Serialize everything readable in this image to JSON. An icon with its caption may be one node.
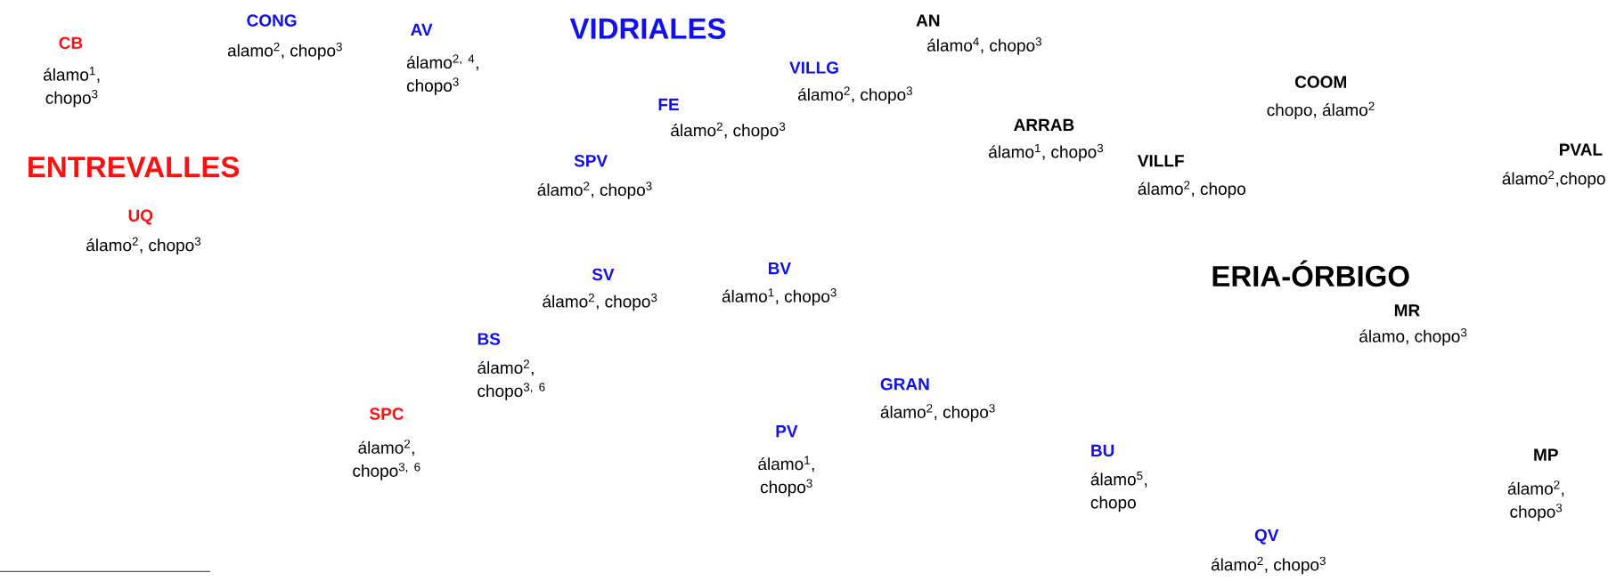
{
  "diagram": {
    "labels": [
      "CONG",
      "alamo$^{2}$, chopo$^{3}$",
      "AV",
      "álamo$^{2, 4}$, chopo$^{3}$",
      "VIDRIALES",
      "AN",
      "álamo$^{4}$, chopo$^{3}$",
      "CB",
      "álamo$^{1}$, chopo$^{3}$",
      "VILLG",
      "álamo$^{2}$, chopo$^{3}$",
      "COOM",
      "chopo, álamo$^{2}$",
      "FE",
      "álamo$^{2}$, chopo$^{3}$",
      "ARRAB",
      "álamo$^{1}$, chopo$^{3}$",
      "ENTREVALLES",
      "SPV",
      "álamo$^{2}$, chopo$^{3}$",
      "VILLF",
      "álamo$^{2}$, chopo",
      "PVAL",
      "álamo$^{2}$,chopo",
      "UQ",
      "álamo$^{2}$, chopo$^{3}$",
      "ERIA-ÓRBIGO",
      "SV",
      "álamo$^{2}$, chopo$^{3}$",
      "BV",
      "álamo$^{1}$, chopo$^{3}$",
      "MR",
      "álamo, chopo$^{3}$",
      "BS",
      "álamo$^{2}$, chopo$^{3, 6}$",
      "GRAN",
      "álamo$^{2}$, chopo$^{3}$",
      "SPC",
      "álamo$^{2}$, chopo$^{3, 6}$",
      "PV",
      "álamo$^{1}$, chopo$^{3}$",
      "BU",
      "álamo$^{5}$, chopo",
      "MP",
      "álamo$^{2}$, chopo$^{3}$",
      "QV",
      "álamo$^{2}$, chopo$^{3}$"
    ]
  }
}
